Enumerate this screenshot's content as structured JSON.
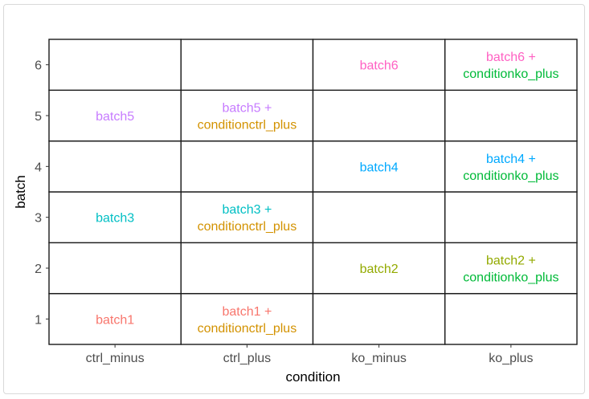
{
  "chart_data": {
    "type": "table",
    "xlabel": "condition",
    "ylabel": "batch",
    "x_categories": [
      "ctrl_minus",
      "ctrl_plus",
      "ko_minus",
      "ko_plus"
    ],
    "y_categories": [
      "1",
      "2",
      "3",
      "4",
      "5",
      "6"
    ],
    "grid": true,
    "cells": [
      {
        "x": "ctrl_minus",
        "y": "1",
        "lines": [
          {
            "text": "batch1",
            "color": "#F8766D"
          }
        ]
      },
      {
        "x": "ctrl_plus",
        "y": "1",
        "lines": [
          {
            "text": "batch1 +",
            "color": "#F8766D"
          },
          {
            "text": "conditionctrl_plus",
            "color": "#D39200"
          }
        ]
      },
      {
        "x": "ko_minus",
        "y": "2",
        "lines": [
          {
            "text": "batch2",
            "color": "#93AA00"
          }
        ]
      },
      {
        "x": "ko_plus",
        "y": "2",
        "lines": [
          {
            "text": "batch2 +",
            "color": "#93AA00"
          },
          {
            "text": "conditionko_plus",
            "color": "#00BA38"
          }
        ]
      },
      {
        "x": "ctrl_minus",
        "y": "3",
        "lines": [
          {
            "text": "batch3",
            "color": "#00BFC4"
          }
        ]
      },
      {
        "x": "ctrl_plus",
        "y": "3",
        "lines": [
          {
            "text": "batch3 +",
            "color": "#00BFC4"
          },
          {
            "text": "conditionctrl_plus",
            "color": "#D39200"
          }
        ]
      },
      {
        "x": "ko_minus",
        "y": "4",
        "lines": [
          {
            "text": "batch4",
            "color": "#00A9FF"
          }
        ]
      },
      {
        "x": "ko_plus",
        "y": "4",
        "lines": [
          {
            "text": "batch4 +",
            "color": "#00A9FF"
          },
          {
            "text": "conditionko_plus",
            "color": "#00BA38"
          }
        ]
      },
      {
        "x": "ctrl_minus",
        "y": "5",
        "lines": [
          {
            "text": "batch5",
            "color": "#C77CFF"
          }
        ]
      },
      {
        "x": "ctrl_plus",
        "y": "5",
        "lines": [
          {
            "text": "batch5 +",
            "color": "#C77CFF"
          },
          {
            "text": "conditionctrl_plus",
            "color": "#D39200"
          }
        ]
      },
      {
        "x": "ko_minus",
        "y": "6",
        "lines": [
          {
            "text": "batch6",
            "color": "#FF61C3"
          }
        ]
      },
      {
        "x": "ko_plus",
        "y": "6",
        "lines": [
          {
            "text": "batch6 +",
            "color": "#FF61C3"
          },
          {
            "text": "conditionko_plus",
            "color": "#00BA38"
          }
        ]
      }
    ]
  }
}
